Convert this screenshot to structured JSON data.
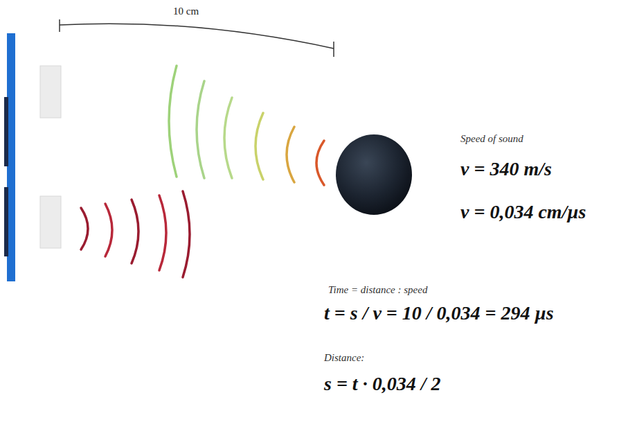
{
  "diagram": {
    "labels": [
      "10 cm",
      "Speed of sound",
      "v = 340 m/s",
      "v = 0,034 cm/µs",
      "Time = distance : speed",
      "t = s / v = 10 / 0,034 = 294 µs",
      "Distance:",
      "s = t · 0,034 / 2"
    ]
  }
}
